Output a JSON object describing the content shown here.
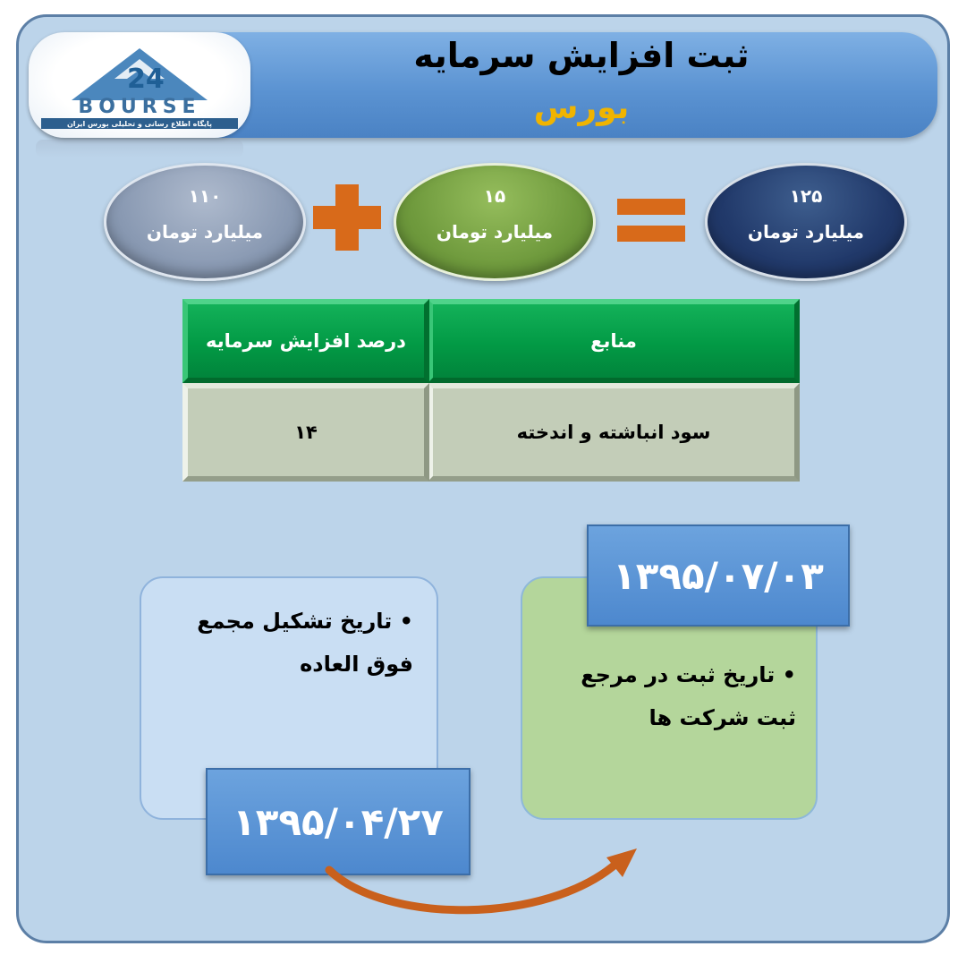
{
  "header": {
    "title": "ثبت افزایش سرمایه",
    "subtitle": "بورس",
    "logo": {
      "main": "BOURSE",
      "number": "24",
      "tagline": "پایگاه اطلاع رسانی و تحلیلی بورس ایران"
    }
  },
  "equation": {
    "term1": {
      "value": "۱۱۰",
      "unit": "میلیارد تومان"
    },
    "operator1": "+",
    "term2": {
      "value": "۱۵",
      "unit": "میلیارد تومان"
    },
    "operator2": "=",
    "result": {
      "value": "۱۲۵",
      "unit": "میلیارد تومان"
    }
  },
  "table": {
    "headers": [
      "منابع",
      "درصد افزایش سرمایه"
    ],
    "rows": [
      [
        "سود انباشته و اندخته",
        "۱۴"
      ]
    ]
  },
  "timeline": {
    "meeting": {
      "label": "تاریخ تشکیل مجمع فوق العاده",
      "date": "۱۳۹۵/۰۴/۲۷"
    },
    "registration": {
      "label": "تاریخ ثبت در مرجع ثبت شرکت ها",
      "date": "۱۳۹۵/۰۷/۰۳"
    }
  },
  "colors": {
    "background": "#bcd4ea",
    "banner": "#5b93d2",
    "accent_orange": "#d86a1a",
    "subtitle_gold": "#f0b400",
    "table_header_green": "#029a45",
    "oval_gray": "#8a9ab3",
    "oval_green": "#6f9a3d",
    "oval_navy": "#21396a"
  }
}
